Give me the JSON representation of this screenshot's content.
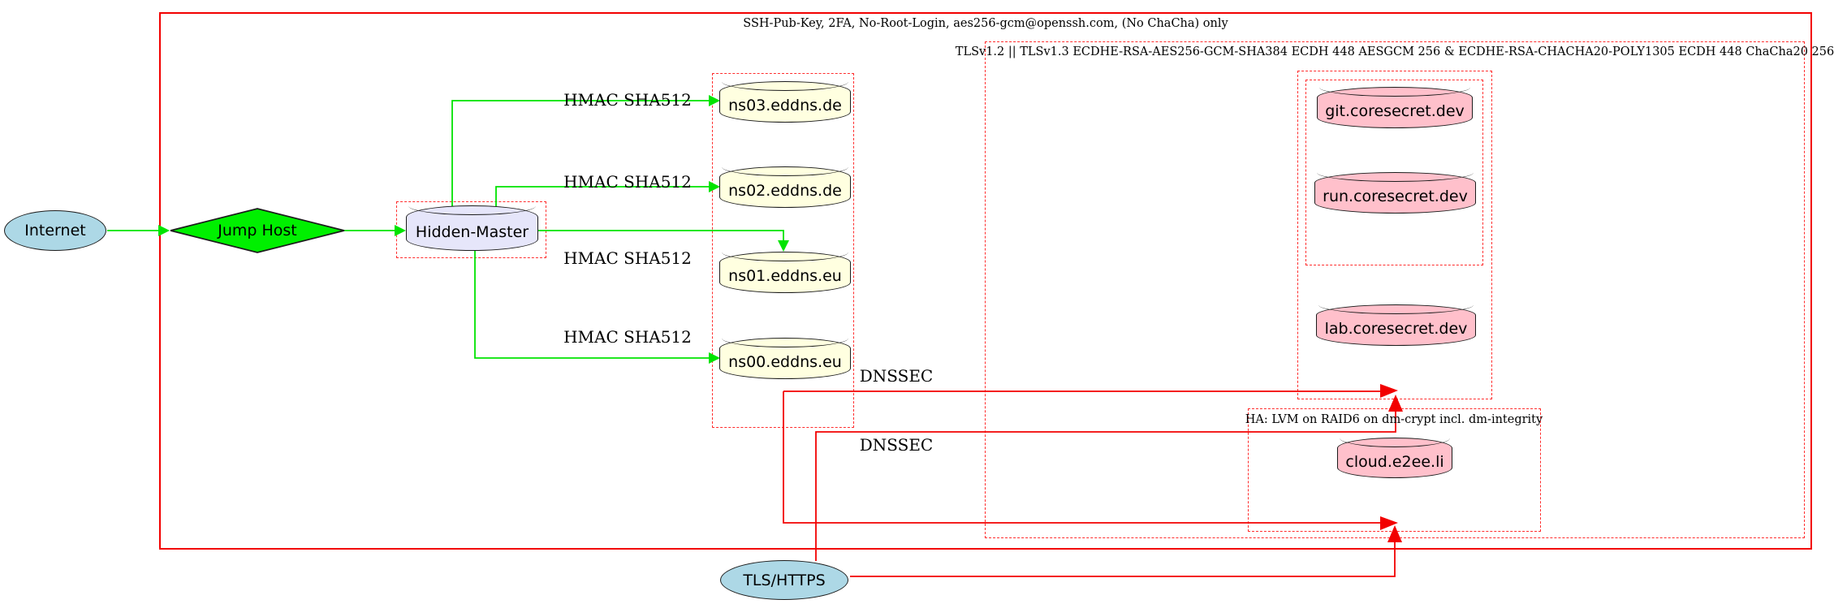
{
  "clusters": {
    "ssh": {
      "label": "SSH-Pub-Key, 2FA, No-Root-Login, aes256-gcm@openssh.com, (No ChaCha) only"
    },
    "tls": {
      "label": "TLSv1.2 || TLSv1.3 ECDHE-RSA-AES256-GCM-SHA384 ECDH 448 AESGCM 256 & ECDHE-RSA-CHACHA20-POLY1305 ECDH 448 ChaCha20 256"
    },
    "ha": {
      "label": "HA: LVM on RAID6 on dm-crypt incl. dm-integrity"
    }
  },
  "nodes": {
    "internet": {
      "label": "Internet"
    },
    "jump_host": {
      "label": "Jump Host"
    },
    "hidden_master": {
      "label": "Hidden-Master"
    },
    "ns03": {
      "label": "ns03.eddns.de"
    },
    "ns02": {
      "label": "ns02.eddns.de"
    },
    "ns01": {
      "label": "ns01.eddns.eu"
    },
    "ns00": {
      "label": "ns00.eddns.eu"
    },
    "git": {
      "label": "git.coresecret.dev"
    },
    "run": {
      "label": "run.coresecret.dev"
    },
    "lab": {
      "label": "lab.coresecret.dev"
    },
    "cloud": {
      "label": "cloud.e2ee.li"
    },
    "tls_https": {
      "label": "TLS/HTTPS"
    }
  },
  "edge_labels": {
    "hmac": "HMAC SHA512",
    "dnssec": "DNSSEC"
  },
  "colors": {
    "cluster_border_red": "#ff2d2d",
    "edge_red": "#f20000",
    "edge_green": "#00e400",
    "jump_host_fill": "#00f000",
    "internet_fill": "#add8e6",
    "hidden_master_fill": "#e6e6fa",
    "nameserver_fill": "#ffffe0",
    "service_fill": "#ffc0cb"
  }
}
